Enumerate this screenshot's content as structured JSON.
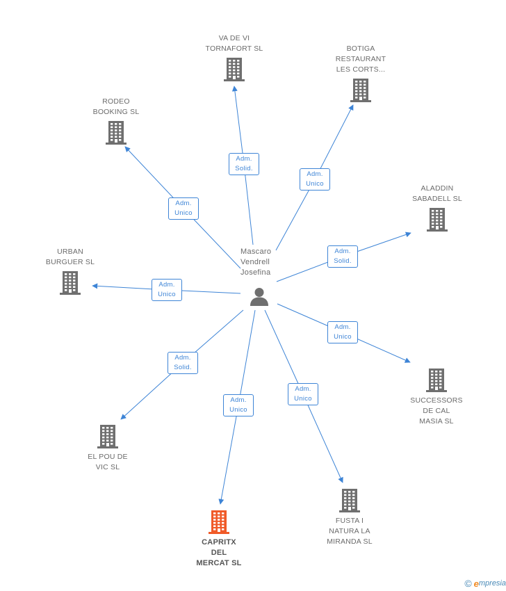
{
  "center_person": {
    "name_lines": [
      "Mascaro",
      "Vendrell",
      "Josefina"
    ],
    "icon": "person-icon"
  },
  "companies": [
    {
      "id": "va-de-vi",
      "lines": [
        "VA DE VI",
        "TORNAFORT SL"
      ],
      "role": [
        "Adm.",
        "Solid."
      ],
      "highlight": false
    },
    {
      "id": "botiga",
      "lines": [
        "BOTIGA",
        "RESTAURANT",
        "LES CORTS..."
      ],
      "role": [
        "Adm.",
        "Unico"
      ],
      "highlight": false
    },
    {
      "id": "rodeo",
      "lines": [
        "RODEO",
        "BOOKING SL"
      ],
      "role": [
        "Adm.",
        "Unico"
      ],
      "highlight": false
    },
    {
      "id": "aladdin",
      "lines": [
        "ALADDIN",
        "SABADELL SL"
      ],
      "role": [
        "Adm.",
        "Solid."
      ],
      "highlight": false
    },
    {
      "id": "urban",
      "lines": [
        "URBAN",
        "BURGUER SL"
      ],
      "role": [
        "Adm.",
        "Unico"
      ],
      "highlight": false
    },
    {
      "id": "successors",
      "lines": [
        "SUCCESSORS",
        "DE CAL",
        "MASIA SL"
      ],
      "role": [
        "Adm.",
        "Unico"
      ],
      "highlight": false
    },
    {
      "id": "el-pou",
      "lines": [
        "EL POU DE",
        "VIC SL"
      ],
      "role": [
        "Adm.",
        "Solid."
      ],
      "highlight": false
    },
    {
      "id": "capritx",
      "lines": [
        "CAPRITX",
        "DEL",
        "MERCAT SL"
      ],
      "role": [
        "Adm.",
        "Unico"
      ],
      "highlight": true
    },
    {
      "id": "fusta",
      "lines": [
        "FUSTA I",
        "NATURA LA",
        "MIRANDA SL"
      ],
      "role": [
        "Adm.",
        "Unico"
      ],
      "highlight": false
    }
  ],
  "colors": {
    "edge": "#3d84d6",
    "building": "#6f6f6f",
    "building_highlight": "#f05a28",
    "person": "#6f6f6f"
  },
  "footer": {
    "copyright": "©",
    "brand_first": "e",
    "brand_rest": "mpresia"
  }
}
